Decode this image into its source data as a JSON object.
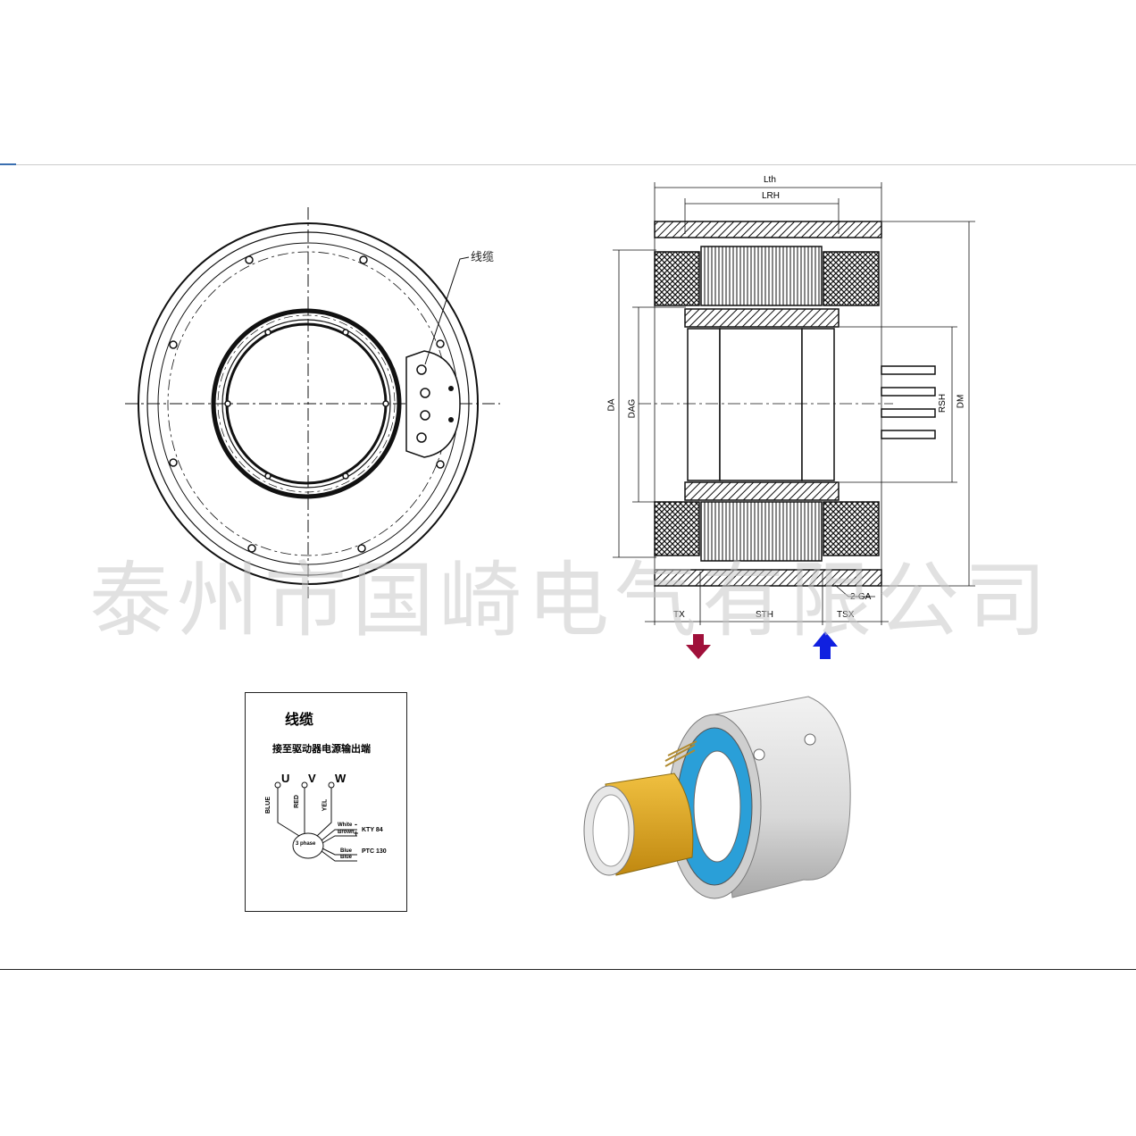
{
  "watermark": "泰州市国崎电气有限公司",
  "front_view": {
    "cable_label": "线缆"
  },
  "section_view": {
    "dims": {
      "Lth": "Lth",
      "LRH": "LRH",
      "DA": "DA",
      "DAG": "DAG",
      "RSH": "RSH",
      "DM": "DM",
      "TX": "TX",
      "STH": "STH",
      "TSX": "TSX",
      "GA": "2-GA"
    },
    "arrow_in_color": "#a0103a",
    "arrow_out_color": "#1020e0"
  },
  "wiring": {
    "title": "线缆",
    "subtitle": "接至驱动器电源输出端",
    "phases": [
      "U",
      "V",
      "W"
    ],
    "colors": [
      "BLUE",
      "RED",
      "YEL"
    ],
    "center": "3 phase",
    "sensor_wires": [
      "White",
      "Brown",
      "Blue",
      "Blue"
    ],
    "signs": [
      "-",
      "+"
    ],
    "sensors": [
      "KTY 84",
      "PTC 130"
    ]
  },
  "render_colors": {
    "housing": "#d8d8d8",
    "stator": "#2a9fd8",
    "rotor": "#e0a820"
  }
}
